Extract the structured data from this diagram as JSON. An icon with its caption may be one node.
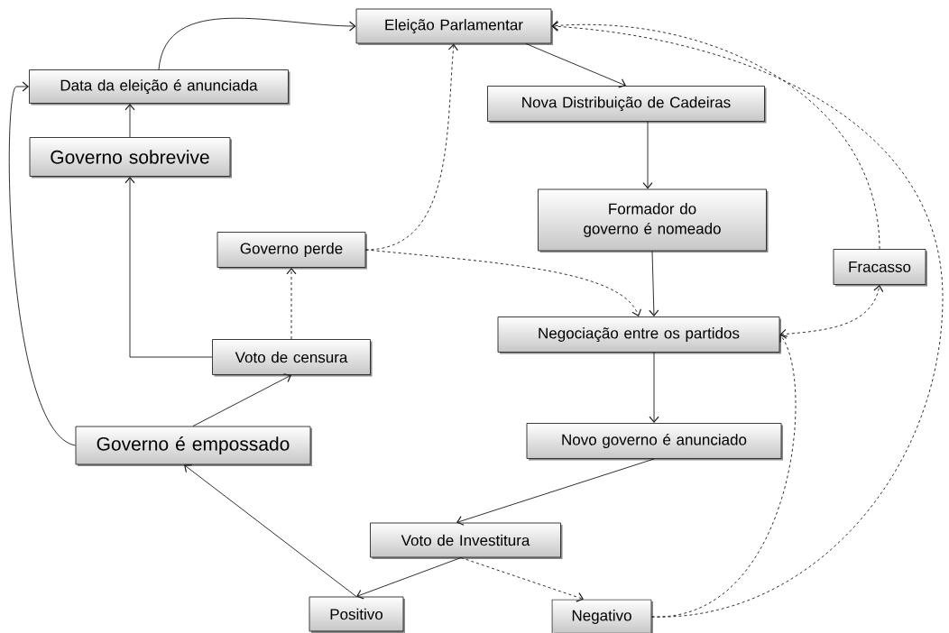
{
  "diagram": {
    "nodes": [
      {
        "text": [
          "Eleição Parlamentar"
        ]
      },
      {
        "text": [
          "Data da eleição é anunciada"
        ]
      },
      {
        "text": [
          "Nova Distribuição de Cadeiras"
        ]
      },
      {
        "text": [
          "Governo sobrevive"
        ]
      },
      {
        "text": [
          "Formador do governo é nomeado"
        ]
      },
      {
        "text": [
          "Governo perde"
        ]
      },
      {
        "text": [
          "Fracasso"
        ]
      },
      {
        "text": [
          "Negociação entre os partidos"
        ]
      },
      {
        "text": [
          "Voto de censura"
        ]
      },
      {
        "text": [
          "Governo é empossado"
        ]
      },
      {
        "text": [
          "Novo governo é anunciado"
        ]
      },
      {
        "text": [
          "Voto de Investitura"
        ]
      },
      {
        "text": [
          "Positivo"
        ]
      },
      {
        "text": [
          "Negativo"
        ]
      }
    ],
    "edges": [
      {
        "from": 1,
        "to": 0,
        "arrow": "to"
      },
      {
        "from": 0,
        "to": 2,
        "arrow": "to"
      },
      {
        "from": 3,
        "to": 1,
        "arrow": "to"
      },
      {
        "from": 8,
        "to": 3,
        "arrow": "to"
      },
      {
        "from": 8,
        "to": 5,
        "arrow": "to",
        "style": "dashed"
      },
      {
        "from": 5,
        "to": 0,
        "arrow": "to",
        "style": "dashed"
      },
      {
        "from": 5,
        "to": 7,
        "arrow": "to",
        "style": "dashed"
      },
      {
        "from": 2,
        "to": 4,
        "arrow": "to"
      },
      {
        "from": 4,
        "to": 7,
        "arrow": "to"
      },
      {
        "from": 6,
        "to": 0,
        "arrow": "to",
        "style": "dashed"
      },
      {
        "from": 7,
        "to": 6,
        "arrow": "both",
        "style": "dashed"
      },
      {
        "from": 7,
        "to": 10,
        "arrow": "to"
      },
      {
        "from": 10,
        "to": 11,
        "arrow": "to"
      },
      {
        "from": 11,
        "to": 12,
        "arrow": "to"
      },
      {
        "from": 11,
        "to": 13,
        "arrow": "to",
        "style": "dashed"
      },
      {
        "from": 12,
        "to": 9,
        "arrow": "to"
      },
      {
        "from": 9,
        "to": 8,
        "arrow": "to"
      },
      {
        "from": 9,
        "to": 1,
        "arrow": "to"
      },
      {
        "from": 13,
        "to": 7,
        "arrow": "to",
        "style": "dashed"
      },
      {
        "from": 13,
        "to": 0,
        "arrow": "to",
        "style": "dashed"
      }
    ]
  }
}
